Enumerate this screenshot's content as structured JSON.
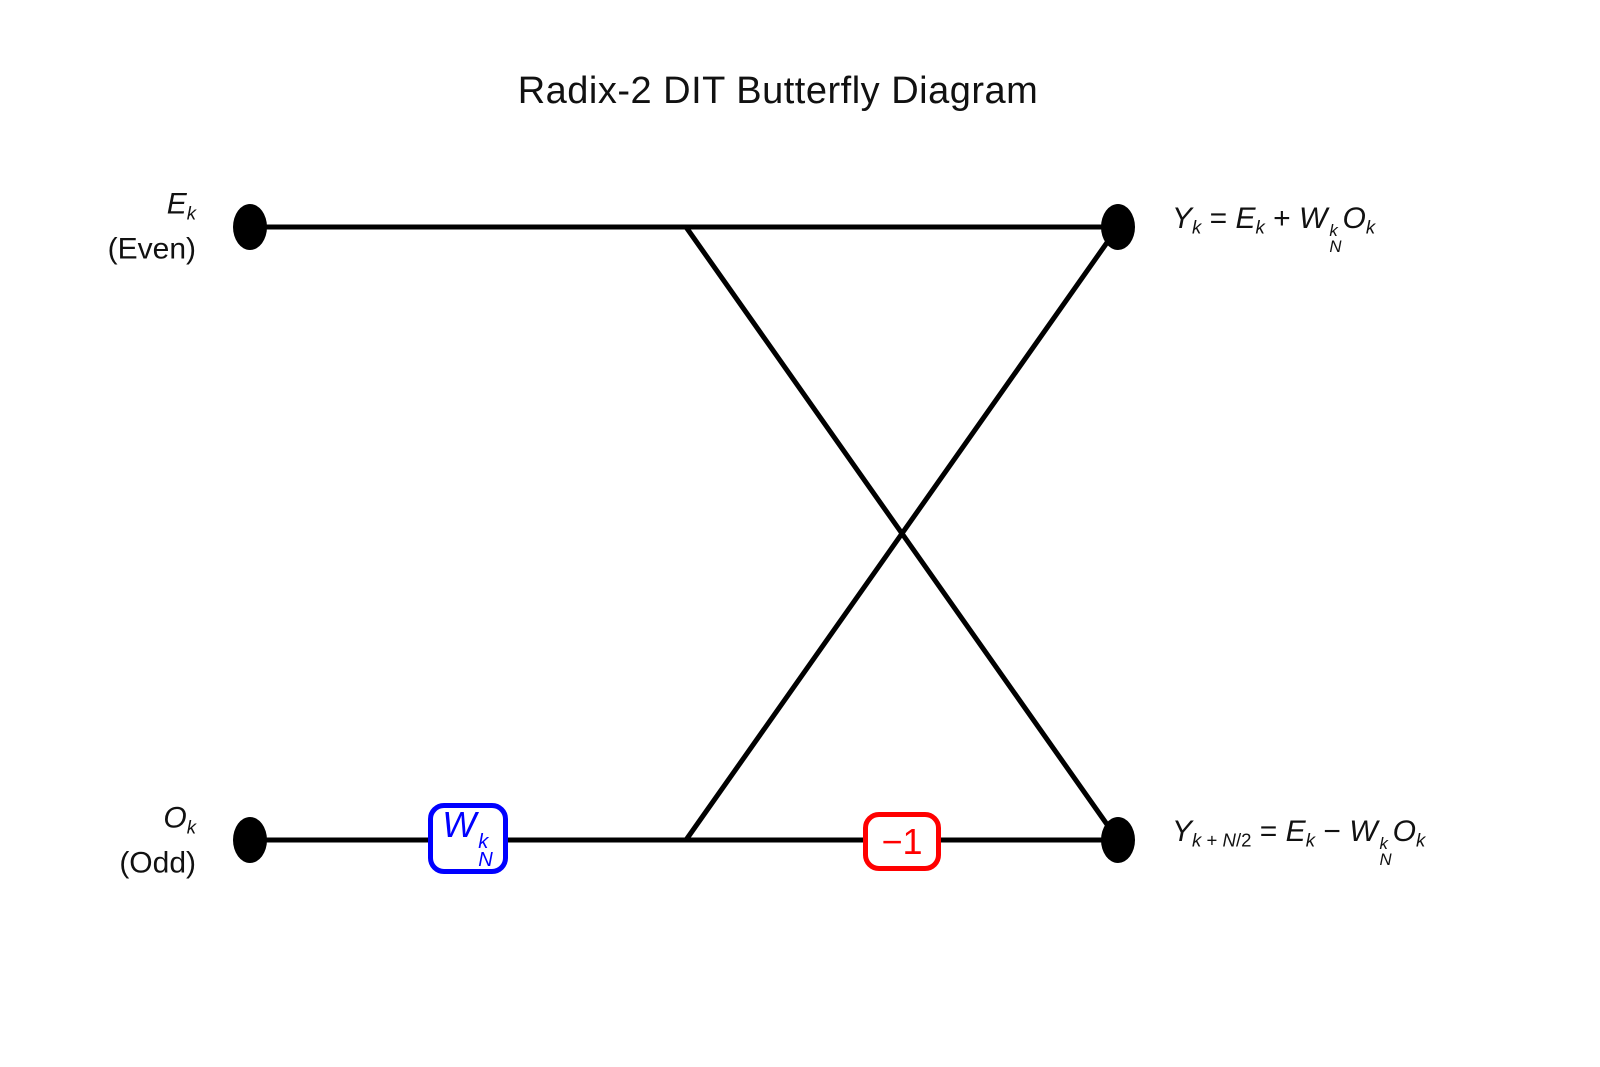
{
  "title": "Radix-2 DIT Butterfly Diagram",
  "colors": {
    "line": "#000000",
    "text": "#111111",
    "twiddle": "#0000ff",
    "negate": "#ff0000",
    "background": "#ffffff"
  },
  "inputs": {
    "even": {
      "symbol": [
        {
          "t": "E",
          "i": 1
        },
        {
          "t": "k",
          "i": 1,
          "sub": 1
        }
      ],
      "caption": "(Even)"
    },
    "odd": {
      "symbol": [
        {
          "t": "O",
          "i": 1
        },
        {
          "t": "k",
          "i": 1,
          "sub": 1
        }
      ],
      "caption": "(Odd)"
    }
  },
  "outputs": {
    "top": {
      "equation": [
        {
          "t": "Y",
          "i": 1
        },
        {
          "t": "k",
          "i": 1,
          "sub": 1
        },
        {
          "t": " = "
        },
        {
          "t": "E",
          "i": 1
        },
        {
          "t": "k",
          "i": 1,
          "sub": 1
        },
        {
          "t": " + "
        },
        {
          "t": "W",
          "i": 1
        },
        {
          "stack": {
            "sup": "k",
            "sub": "N"
          }
        },
        {
          "t": "O",
          "i": 1
        },
        {
          "t": "k",
          "i": 1,
          "sub": 1
        }
      ]
    },
    "bottom": {
      "equation": [
        {
          "t": "Y",
          "i": 1
        },
        {
          "t": "k",
          "i": 1,
          "sub": 1
        },
        {
          "t": " + ",
          "sub": 1
        },
        {
          "t": "N",
          "i": 1,
          "sub": 1
        },
        {
          "t": "/2",
          "sub": 1
        },
        {
          "t": " = "
        },
        {
          "t": "E",
          "i": 1
        },
        {
          "t": "k",
          "i": 1,
          "sub": 1
        },
        {
          "t": " − "
        },
        {
          "t": "W",
          "i": 1
        },
        {
          "stack": {
            "sup": "k",
            "sub": "N"
          }
        },
        {
          "t": "O",
          "i": 1
        },
        {
          "t": "k",
          "i": 1,
          "sub": 1
        }
      ]
    }
  },
  "operators": {
    "twiddle": {
      "segments": [
        {
          "t": "W",
          "i": 1
        },
        {
          "stack": {
            "sup": "k",
            "sub": "N"
          }
        }
      ],
      "color": "#0000ff"
    },
    "negate": {
      "segments": [
        {
          "t": "−1"
        }
      ],
      "color": "#ff0000"
    }
  }
}
